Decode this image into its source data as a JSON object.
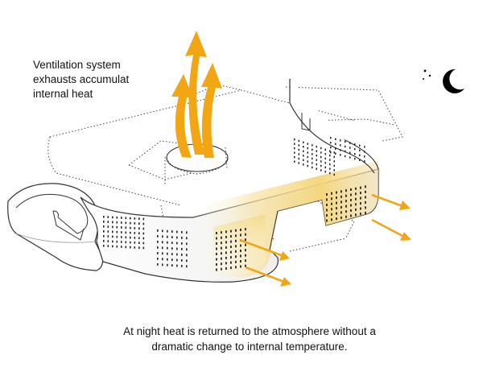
{
  "captions": {
    "ventilation": [
      "Ventilation system",
      "exhausts accumulat",
      "internal heat"
    ],
    "night": [
      "At night heat is returned to the atmosphere without a",
      "dramatic change to internal temperature."
    ]
  },
  "icons": {
    "night_indicator": "moon-and-stars-icon",
    "heat_flow": "arrow-icon"
  },
  "colors": {
    "heat_arrow": "#f2a614",
    "heat_glow": "#f7dc8a",
    "outline": "#333333",
    "moon": "#000000"
  }
}
